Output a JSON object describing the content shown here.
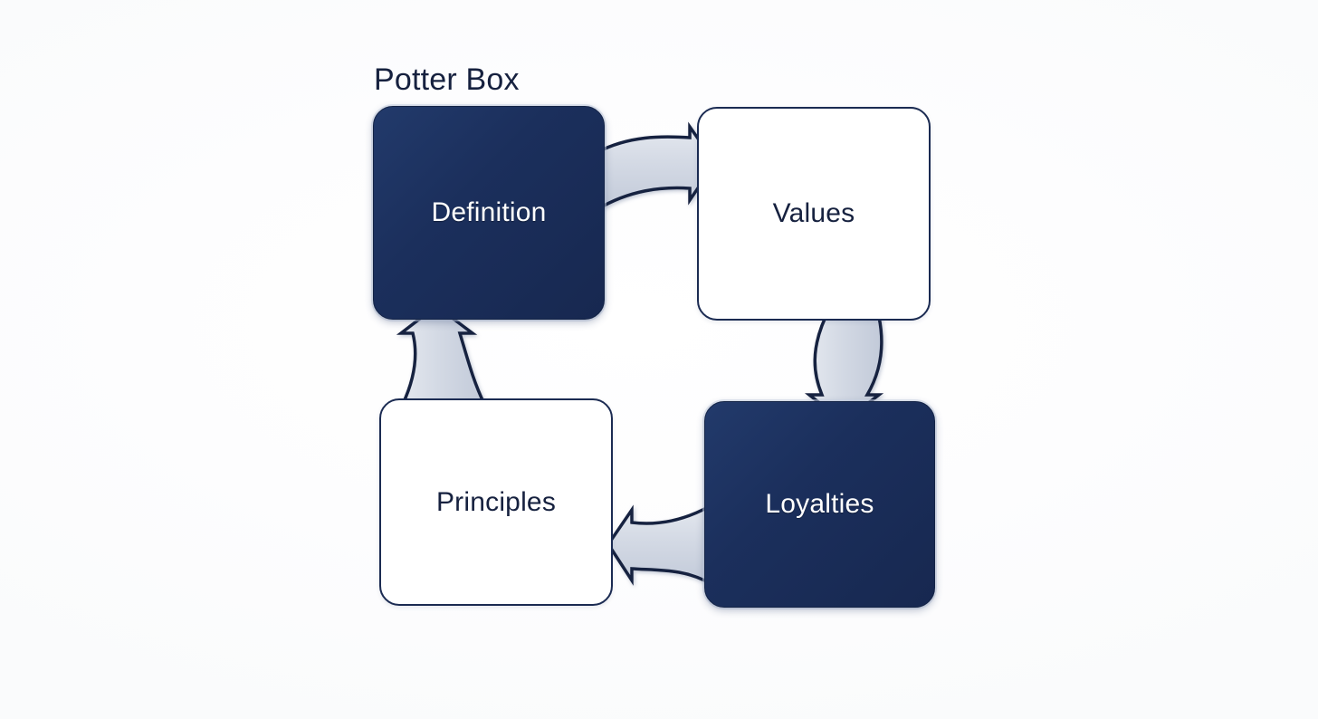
{
  "diagram": {
    "title": "Potter Box",
    "type": "cycle-diagram",
    "direction": "clockwise",
    "background_color": "#ffffff",
    "nodes": [
      {
        "id": "definition",
        "label": "Definition",
        "style": "filled",
        "fill_color": "#1b2f5c",
        "text_color": "#ffffff",
        "position": "top-left"
      },
      {
        "id": "values",
        "label": "Values",
        "style": "outlined",
        "fill_color": "#ffffff",
        "text_color": "#16213f",
        "border_color": "#1b2b52",
        "position": "top-right"
      },
      {
        "id": "loyalties",
        "label": "Loyalties",
        "style": "filled",
        "fill_color": "#1b2f5c",
        "text_color": "#ffffff",
        "position": "bottom-right"
      },
      {
        "id": "principles",
        "label": "Principles",
        "style": "outlined",
        "fill_color": "#ffffff",
        "text_color": "#16213f",
        "border_color": "#1b2b52",
        "position": "bottom-left"
      }
    ],
    "arrows": [
      {
        "id": "definition-to-values",
        "from": "Definition",
        "to": "Values",
        "direction": "right",
        "fill_color": "#ccd3df",
        "stroke_color": "#16213f"
      },
      {
        "id": "values-to-loyalties",
        "from": "Values",
        "to": "Loyalties",
        "direction": "down",
        "fill_color": "#ccd3df",
        "stroke_color": "#16213f"
      },
      {
        "id": "loyalties-to-principles",
        "from": "Loyalties",
        "to": "Principles",
        "direction": "left",
        "fill_color": "#ccd3df",
        "stroke_color": "#16213f"
      },
      {
        "id": "principles-to-definition",
        "from": "Principles",
        "to": "Definition",
        "direction": "up",
        "fill_color": "#ccd3df",
        "stroke_color": "#16213f"
      }
    ]
  }
}
